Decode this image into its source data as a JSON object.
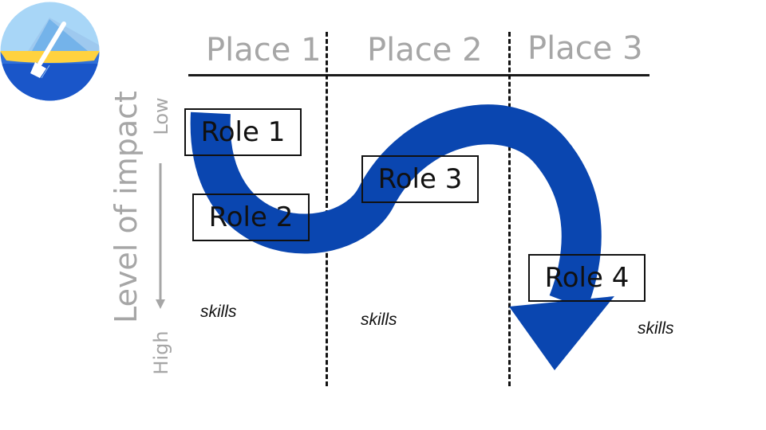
{
  "places": [
    "Place 1",
    "Place 2",
    "Place 3"
  ],
  "roles": [
    "Role 1",
    "Role 2",
    "Role 3",
    "Role 4"
  ],
  "axis": {
    "title": "Level of impact",
    "low": "Low",
    "high": "High"
  },
  "skills_label": "skills",
  "colors": {
    "arrow": "#0a46b0",
    "muted": "#a6a6a6",
    "ink": "#111111"
  },
  "logo": {
    "icon": "paddle-boat-logo"
  }
}
